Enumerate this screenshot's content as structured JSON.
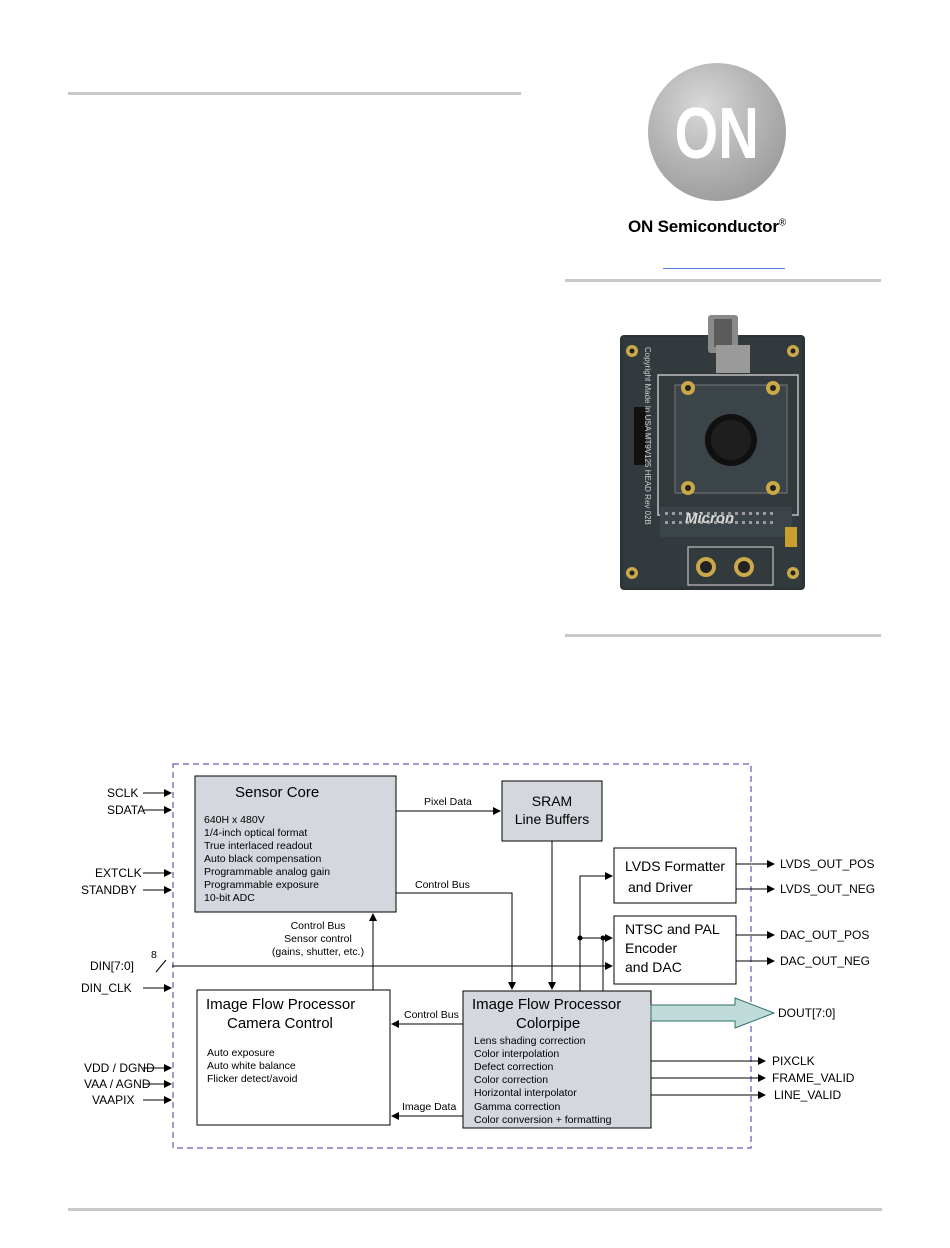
{
  "header": {
    "brand_name": "ON Semiconductor",
    "registered_mark": "®",
    "logo_text": "ON"
  },
  "photo": {
    "silkscreen_left": "Copyright Made In USA MT9V125 HEAD Rev 02B",
    "silkscreen_logo": "Micron"
  },
  "diagram": {
    "blocks": {
      "sensor_core": {
        "title": "Sensor Core",
        "features": [
          "640H x 480V",
          "1/4-inch optical format",
          "True interlaced readout",
          "Auto black compensation",
          "Programmable analog gain",
          "Programmable exposure",
          "10-bit ADC"
        ]
      },
      "sram": {
        "title_lines": [
          "SRAM",
          "Line Buffers"
        ]
      },
      "lvds": {
        "title_lines": [
          "LVDS Formatter",
          "and Driver"
        ]
      },
      "ntsc": {
        "title_lines": [
          "NTSC and PAL",
          "Encoder",
          "and DAC"
        ]
      },
      "ifp_camera": {
        "title_lines": [
          "Image Flow Processor",
          "Camera Control"
        ],
        "features": [
          "Auto exposure",
          "Auto white balance",
          "Flicker detect/avoid"
        ]
      },
      "ifp_colorpipe": {
        "title_lines": [
          "Image Flow Processor",
          "Colorpipe"
        ],
        "features": [
          "Lens shading correction",
          "Color interpolation",
          "Defect correction",
          "Color correction",
          "Horizontal interpolator",
          "Gamma correction",
          "Color conversion + formatting"
        ]
      }
    },
    "bus_labels": {
      "pixel_data": "Pixel Data",
      "control_bus_top": "Control Bus",
      "control_bus_left": "Control Bus",
      "image_data": "Image Data",
      "sensor_control": [
        "Control Bus",
        "Sensor control",
        "(gains, shutter, etc.)"
      ],
      "bus_width": "8"
    },
    "inputs": {
      "sclk": "SCLK",
      "sdata": "SDATA",
      "extclk": "EXTCLK",
      "standby": "STANDBY",
      "din": "DIN[7:0]",
      "din_clk": "DIN_CLK",
      "vdd_dgnd": "VDD / DGND",
      "vaa_agnd": "VAA / AGND",
      "vaapix": "VAAPIX"
    },
    "outputs": {
      "lvds_pos": "LVDS_OUT_POS",
      "lvds_neg": "LVDS_OUT_NEG",
      "dac_pos": "DAC_OUT_POS",
      "dac_neg": "DAC_OUT_NEG",
      "dout": "DOUT[7:0]",
      "pixclk": "PIXCLK",
      "frame_valid": "FRAME_VALID",
      "line_valid": "LINE_VALID"
    }
  }
}
